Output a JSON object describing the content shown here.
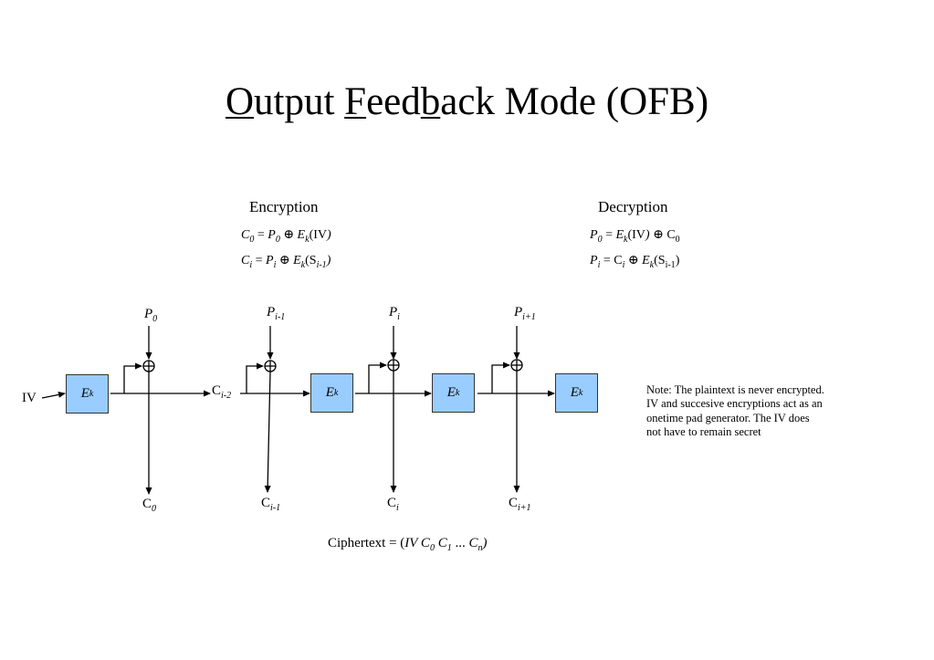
{
  "title": {
    "parts": [
      {
        "text": "O",
        "underline": true
      },
      {
        "text": "utput ",
        "underline": false
      },
      {
        "text": "F",
        "underline": true
      },
      {
        "text": "eed",
        "underline": false
      },
      {
        "text": "b",
        "underline": true
      },
      {
        "text": "ack Mode (OFB)",
        "underline": false
      }
    ]
  },
  "encryption": {
    "heading": "Encryption",
    "f1": {
      "c": "C",
      "c_sub": "0",
      "eq": " = ",
      "p": "P",
      "p_sub": "0",
      "xor": " ⊕ ",
      "e": "E",
      "e_sub": "k",
      "arg": "(IV",
      "close": ")"
    },
    "f2": {
      "c": "C",
      "c_sub": "i",
      "eq": " = ",
      "p": "P",
      "p_sub": "i",
      "xor": " ⊕ ",
      "e": "E",
      "e_sub": "k",
      "arg": "(S",
      "arg_sub": "i-1",
      "close": ")"
    }
  },
  "decryption": {
    "heading": "Decryption",
    "f1": {
      "p": "P",
      "p_sub": "0",
      "eq": " = ",
      "e": "E",
      "e_sub": "k",
      "arg": "(IV",
      "close": ")",
      "xor": " ⊕ ",
      "c": "C",
      "c_sub": "0"
    },
    "f2": {
      "p": "P",
      "p_sub": "i",
      "eq": " = ",
      "c": "C",
      "c_sub": "i",
      "xor": " ⊕ ",
      "e": "E",
      "e_sub": "k",
      "arg": "(S",
      "arg_sub": "i-1",
      "close": ")"
    }
  },
  "diagram": {
    "iv_label": "IV",
    "box_label": "E",
    "box_sub": "k",
    "xor_symbol": "⊕",
    "p0": {
      "main": "P",
      "sub": "0"
    },
    "c0": {
      "main": "C",
      "sub": "0"
    },
    "p_im1": {
      "main": "P",
      "sub": "i-1"
    },
    "c_im2": {
      "main": "C",
      "sub": "i-2"
    },
    "c_im1": {
      "main": "C",
      "sub": "i-1"
    },
    "p_i": {
      "main": "P",
      "sub": "i"
    },
    "c_i": {
      "main": "C",
      "sub": "i"
    },
    "p_ip1": {
      "main": "P",
      "sub": "i+1"
    },
    "c_ip1": {
      "main": "C",
      "sub": "i+1"
    }
  },
  "note": "Note: The plaintext is never encrypted.  IV and succesive encryptions act as an onetime pad generator.  The IV does not have to remain secret",
  "ciphertext": {
    "prefix": "Ciphertext = (",
    "iv": "IV ",
    "c": "C",
    "s0": "0",
    "s1": "1",
    "dots": " ... ",
    "sn": "n",
    "close": ")"
  }
}
